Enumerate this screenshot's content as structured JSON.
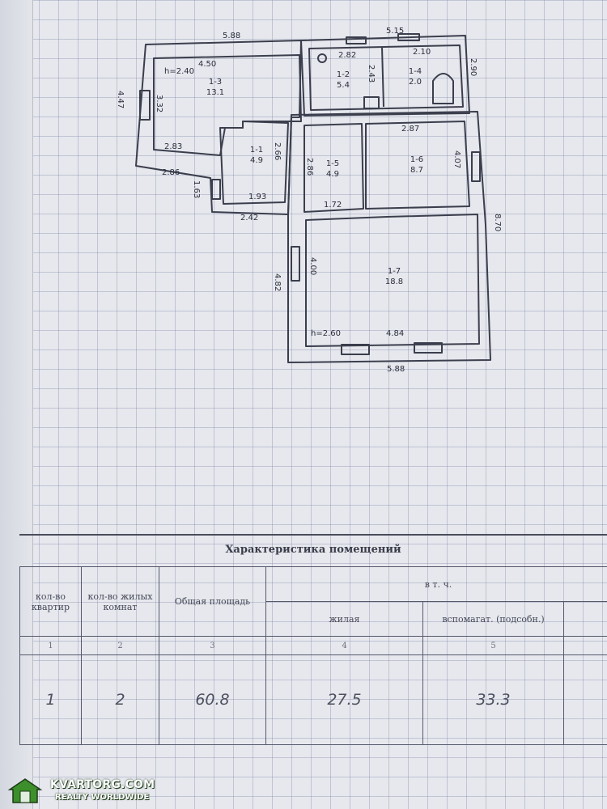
{
  "plan": {
    "dims": {
      "top_left": "5.88",
      "top_right": "5.15",
      "left_side": "4.47",
      "left_inner": "3.32",
      "room3_width": "4.50",
      "room3_bottom": "2.83",
      "left_bottom": "2.86",
      "corridor_height": "2.66",
      "corridor_stub": "1.63",
      "corridor_width": "1.93",
      "corridor_outer": "2.42",
      "kitchen_width": "2.82",
      "kitchen_depth": "2.43",
      "bath_width": "2.10",
      "right_top": "2.90",
      "hall_height": "2.86",
      "hall_width": "1.72",
      "room6_width": "2.87",
      "room6_height": "4.07",
      "right_side": "8.70",
      "room7_height": "4.00",
      "left_lower": "4.82",
      "room7_width": "4.84",
      "bottom": "5.88"
    },
    "heights": {
      "upper": "h=2.40",
      "lower": "h=2.60"
    },
    "rooms": [
      {
        "id": "1-3",
        "area": "13.1"
      },
      {
        "id": "1-1",
        "area": "4.9"
      },
      {
        "id": "1-2",
        "area": "5.4"
      },
      {
        "id": "1-4",
        "area": "2.0"
      },
      {
        "id": "1-5",
        "area": "4.9"
      },
      {
        "id": "1-6",
        "area": "8.7"
      },
      {
        "id": "1-7",
        "area": "18.8"
      }
    ]
  },
  "table": {
    "title": "Характеристика помещений",
    "headers": {
      "apartments": "кол-во квартир",
      "rooms": "кол-во жилых комнат",
      "total_area": "Общая площадь",
      "including": "в т. ч.",
      "living": "жилая",
      "auxiliary": "вспомагат. (подсобн.)"
    },
    "column_numbers": [
      "1",
      "2",
      "3",
      "4",
      "5"
    ],
    "values": {
      "apartments": "1",
      "rooms": "2",
      "total_area": "60.8",
      "living": "27.5",
      "auxiliary": "33.3"
    }
  },
  "watermark": {
    "name": "KVARTORG.COM",
    "tagline": "REALTY WORLDWIDE",
    "color": "#3c8f2a"
  }
}
